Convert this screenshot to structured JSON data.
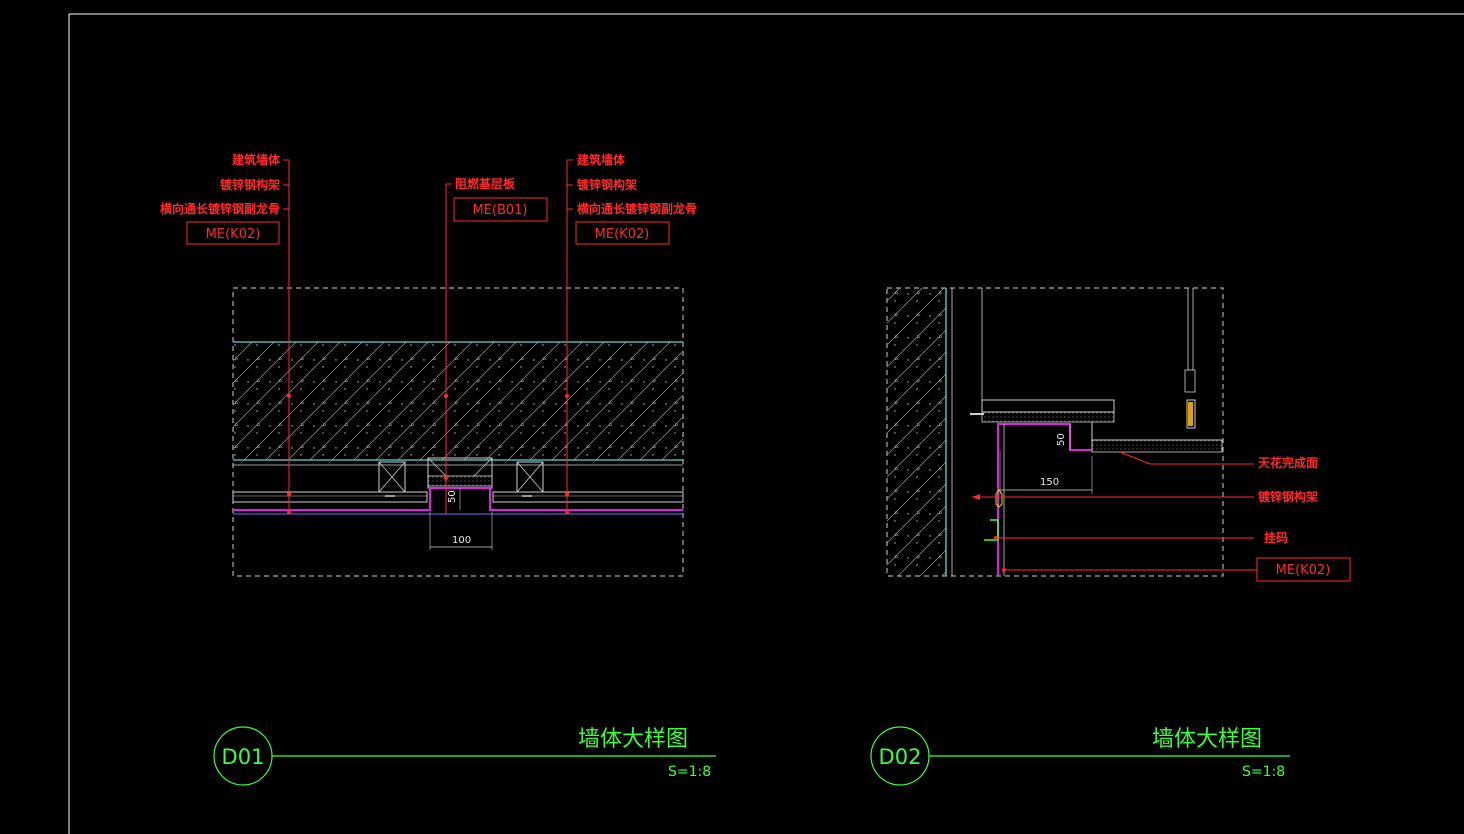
{
  "detail_1": {
    "labels_left": [
      "建筑墙体",
      "镀锌钢构架",
      "横向通长镀锌钢副龙骨"
    ],
    "tag_left": "ME(K02)",
    "label_center": "阻燃基层板",
    "tag_center": "ME(B01)",
    "labels_right": [
      "建筑墙体",
      "镀锌钢构架",
      "横向通长镀锌钢副龙骨"
    ],
    "tag_right": "ME(K02)",
    "dim_gap": "50",
    "dim_width": "100",
    "id": "D01",
    "title": "墙体大样图",
    "scale": "S=1:8"
  },
  "detail_2": {
    "labels": [
      "天花完成面",
      "镀锌钢构架",
      "挂码"
    ],
    "tag": "ME(K02)",
    "dim_height": "50",
    "dim_width": "150",
    "id": "D02",
    "title": "墙体大样图",
    "scale": "S=1:8"
  },
  "colors": {
    "background": "#000000",
    "leader": "#ff2a2a",
    "title": "#3cff3c",
    "outline": "#5fd7d7",
    "finish": "#e020e0"
  }
}
